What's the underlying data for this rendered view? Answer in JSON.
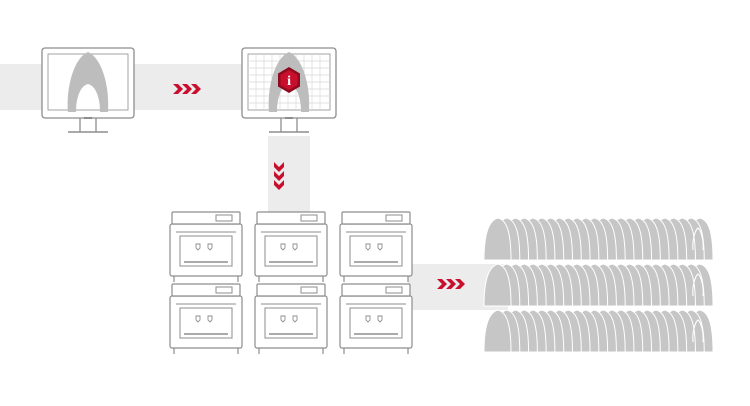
{
  "colors": {
    "band": "#ececec",
    "outline": "#8d8d8d",
    "arch": "#bdbdbd",
    "accent": "#c8102e",
    "accent_dark": "#8e0b20",
    "grid_line": "#d9d9d9",
    "stack_fill": "#c6c6c6",
    "stack_line": "#ffffff"
  },
  "icons": {
    "scan_monitor": "monitor-with-dental-arch-icon",
    "design_monitor": "monitor-with-design-grid-icon",
    "brand_badge": "hexagon-info-badge-icon",
    "arrows_right": "triple-chevron-right-icon",
    "arrows_down": "triple-chevron-down-icon",
    "printer": "3d-printer-icon",
    "output_stack": "stacked-dental-models-icon"
  },
  "layout_text": {
    "badge_letter": "i"
  },
  "printer_grid": {
    "rows": 2,
    "columns": 3
  },
  "output_stacks": {
    "count": 3,
    "models_per_stack": 24
  }
}
